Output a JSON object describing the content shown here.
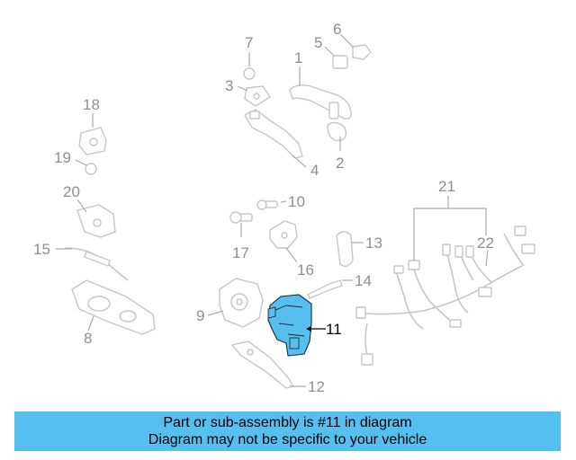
{
  "diagram": {
    "callouts": [
      {
        "id": "1",
        "label": "1"
      },
      {
        "id": "2",
        "label": "2"
      },
      {
        "id": "3",
        "label": "3"
      },
      {
        "id": "4",
        "label": "4"
      },
      {
        "id": "5",
        "label": "5"
      },
      {
        "id": "6",
        "label": "6"
      },
      {
        "id": "7",
        "label": "7"
      },
      {
        "id": "8",
        "label": "8"
      },
      {
        "id": "9",
        "label": "9"
      },
      {
        "id": "10",
        "label": "10"
      },
      {
        "id": "11",
        "label": "11"
      },
      {
        "id": "12",
        "label": "12"
      },
      {
        "id": "13",
        "label": "13"
      },
      {
        "id": "14",
        "label": "14"
      },
      {
        "id": "15",
        "label": "15"
      },
      {
        "id": "16",
        "label": "16"
      },
      {
        "id": "17",
        "label": "17"
      },
      {
        "id": "18",
        "label": "18"
      },
      {
        "id": "19",
        "label": "19"
      },
      {
        "id": "20",
        "label": "20"
      },
      {
        "id": "21",
        "label": "21"
      },
      {
        "id": "22",
        "label": "22"
      }
    ],
    "highlighted_part": "11",
    "highlight_color": "#55bff0",
    "label_color": "#8a8f94"
  },
  "caption": {
    "line1": "Part or sub-assembly is #11 in diagram",
    "line2": "Diagram may not be specific to your vehicle",
    "background": "#55bff0"
  }
}
